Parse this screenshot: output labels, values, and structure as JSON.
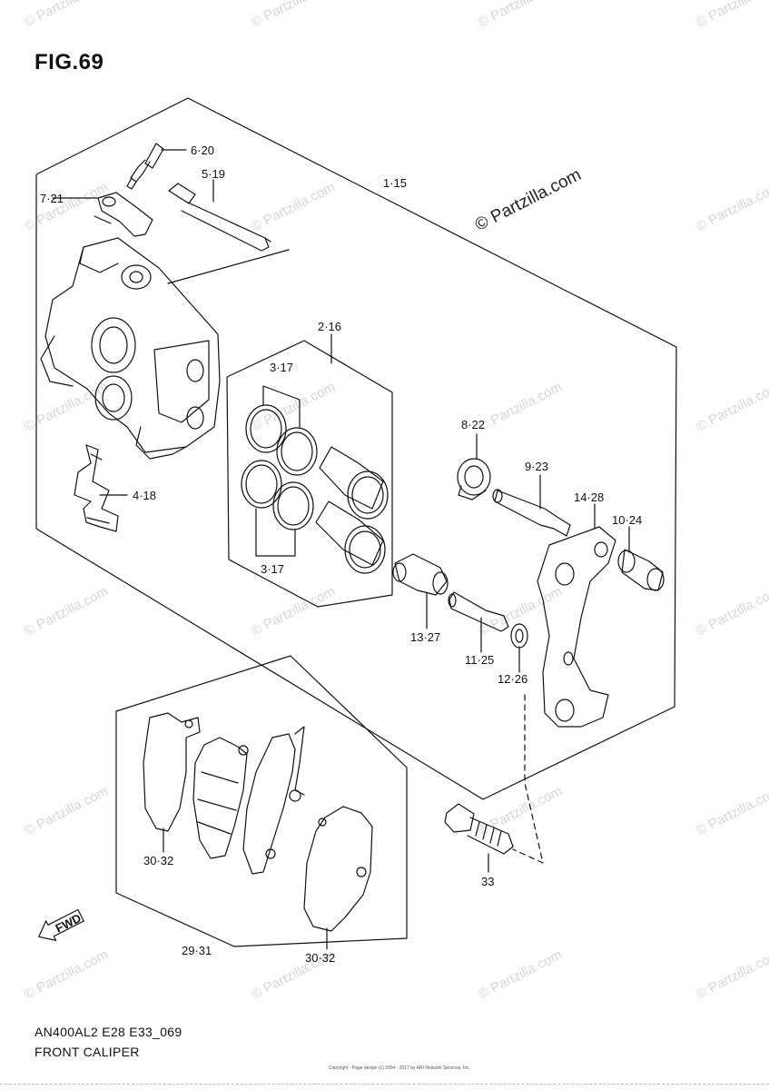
{
  "figure_title": "FIG.69",
  "watermark": "© Partzilla.com",
  "watermark_faint": "© Partzilla.com",
  "callouts": {
    "c6_20": "6·20",
    "c5_19": "5·19",
    "c1_15": "1·15",
    "c7_21": "7·21",
    "c2_16": "2·16",
    "c3_17_top": "3·17",
    "c3_17_bottom": "3·17",
    "c4_18": "4·18",
    "c8_22": "8·22",
    "c9_23": "9·23",
    "c14_28": "14·28",
    "c10_24": "10·24",
    "c13_27": "13·27",
    "c11_25": "11·25",
    "c12_26": "12·26",
    "c30_32_left": "30·32",
    "c30_32_right": "30·32",
    "c29_31": "29·31",
    "c33": "33",
    "fwd": "FWD"
  },
  "footer": {
    "model_code": "AN400AL2 E28 E33_069",
    "part_name": "FRONT CALIPER",
    "copyright": "Copyright · Page design (c) 2004 - 2017 by ARI Network Services, Inc."
  }
}
